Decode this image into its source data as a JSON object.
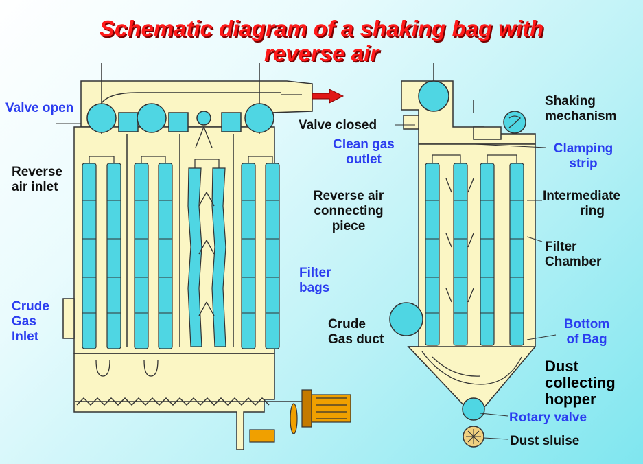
{
  "title": {
    "line1": "Schematic diagram of a shaking bag with",
    "line2": "reverse air"
  },
  "colors": {
    "title": "#ff1a1a",
    "blue_label": "#2b3df0",
    "black_label": "#111111",
    "housing_fill": "#fbf6c4",
    "bag_fill": "#4fd6e3",
    "outline": "#333333",
    "arrow": "#e01818",
    "motor": "#f0a000"
  },
  "labels": {
    "valve_open": "Valve open",
    "reverse_air_inlet_1": "Reverse",
    "reverse_air_inlet_2": "air inlet",
    "crude_gas_inlet_1": "Crude",
    "crude_gas_inlet_2": "Gas",
    "crude_gas_inlet_3": "Inlet",
    "valve_closed": "Valve closed",
    "clean_gas_outlet_1": "Clean gas",
    "clean_gas_outlet_2": "outlet",
    "reverse_air_piece_1": "Reverse air",
    "reverse_air_piece_2": "connecting",
    "reverse_air_piece_3": "piece",
    "filter_bags_1": "Filter",
    "filter_bags_2": "bags",
    "crude_gas_duct_1": "Crude",
    "crude_gas_duct_2": "Gas duct",
    "shaking_mechanism_1": "Shaking",
    "shaking_mechanism_2": "mechanism",
    "clamping_strip_1": "Clamping",
    "clamping_strip_2": "strip",
    "intermediate_ring_1": "Intermediate",
    "intermediate_ring_2": "ring",
    "filter_chamber_1": "Filter",
    "filter_chamber_2": "Chamber",
    "bottom_of_bag_1": "Bottom",
    "bottom_of_bag_2": "of Bag",
    "dust_hopper_1": "Dust",
    "dust_hopper_2": "collecting",
    "dust_hopper_3": "hopper",
    "rotary_valve": "Rotary valve",
    "dust_sluise": "Dust sluise"
  }
}
